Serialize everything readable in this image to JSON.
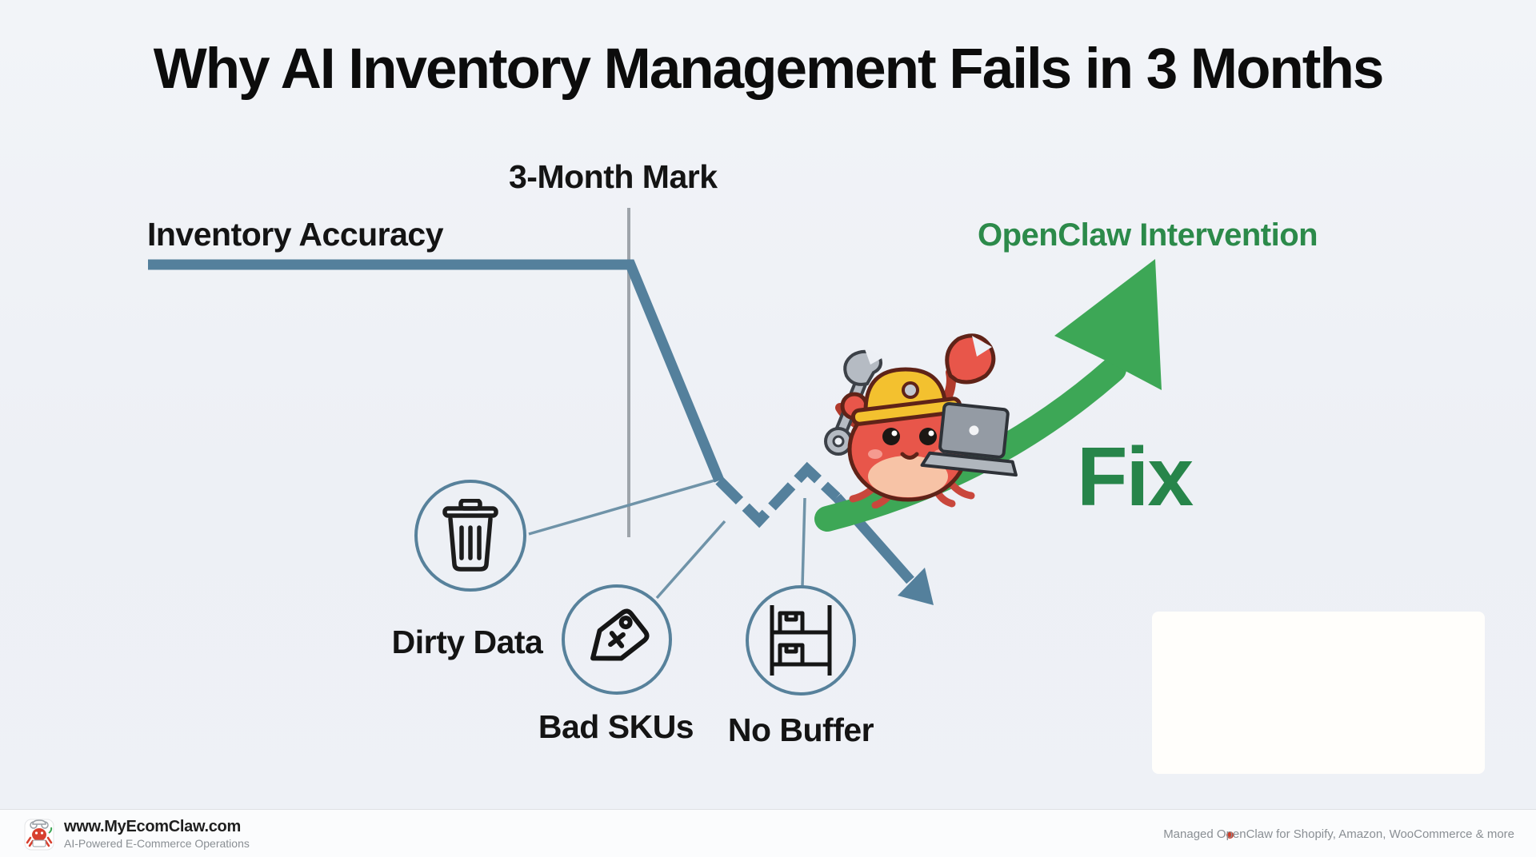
{
  "title": "Why AI Inventory Management Fails in 3 Months",
  "diagram": {
    "axis_label": "Inventory Accuracy",
    "milestone_label": "3-Month Mark",
    "intervention_label": "OpenClaw Intervention",
    "fix_label": "Fix",
    "mascot": "crab-engineer-with-hard-hat-wrench-and-laptop",
    "trend": {
      "type": "line",
      "phases": [
        {
          "phase": "stable",
          "description": "Inventory accuracy holds flat until the 3-month mark"
        },
        {
          "phase": "sharp-decline",
          "description": "Accuracy drops steeply right after the 3-month mark"
        },
        {
          "phase": "volatile-dip",
          "description": "Jagged dip and bounce driven by dirty data, bad SKUs and no buffer"
        },
        {
          "phase": "continued-decline",
          "description": "Without intervention the line keeps falling (blue arrow down)"
        },
        {
          "phase": "recovery",
          "description": "OpenClaw intervention turns the trend sharply upward (green arrow, Fix)"
        }
      ]
    },
    "causes": [
      {
        "label": "Dirty Data",
        "icon": "trash-icon"
      },
      {
        "label": "Bad SKUs",
        "icon": "price-tag-icon"
      },
      {
        "label": "No Buffer",
        "icon": "shelf-icon"
      }
    ]
  },
  "footer": {
    "website": "www.MyEcomClaw.com",
    "tagline": "AI-Powered E-Commerce Operations",
    "note": "Managed OpenClaw for Shopify, Amazon, WooCommerce & more"
  },
  "colors": {
    "trend_line": "#54809c",
    "guide_line": "#8f969c",
    "circle_stroke": "#57819b",
    "green_arrow": "#3da756",
    "green_text": "#2c8a4a",
    "red_bullet": "#d23b27",
    "background": "#eef1f6"
  }
}
